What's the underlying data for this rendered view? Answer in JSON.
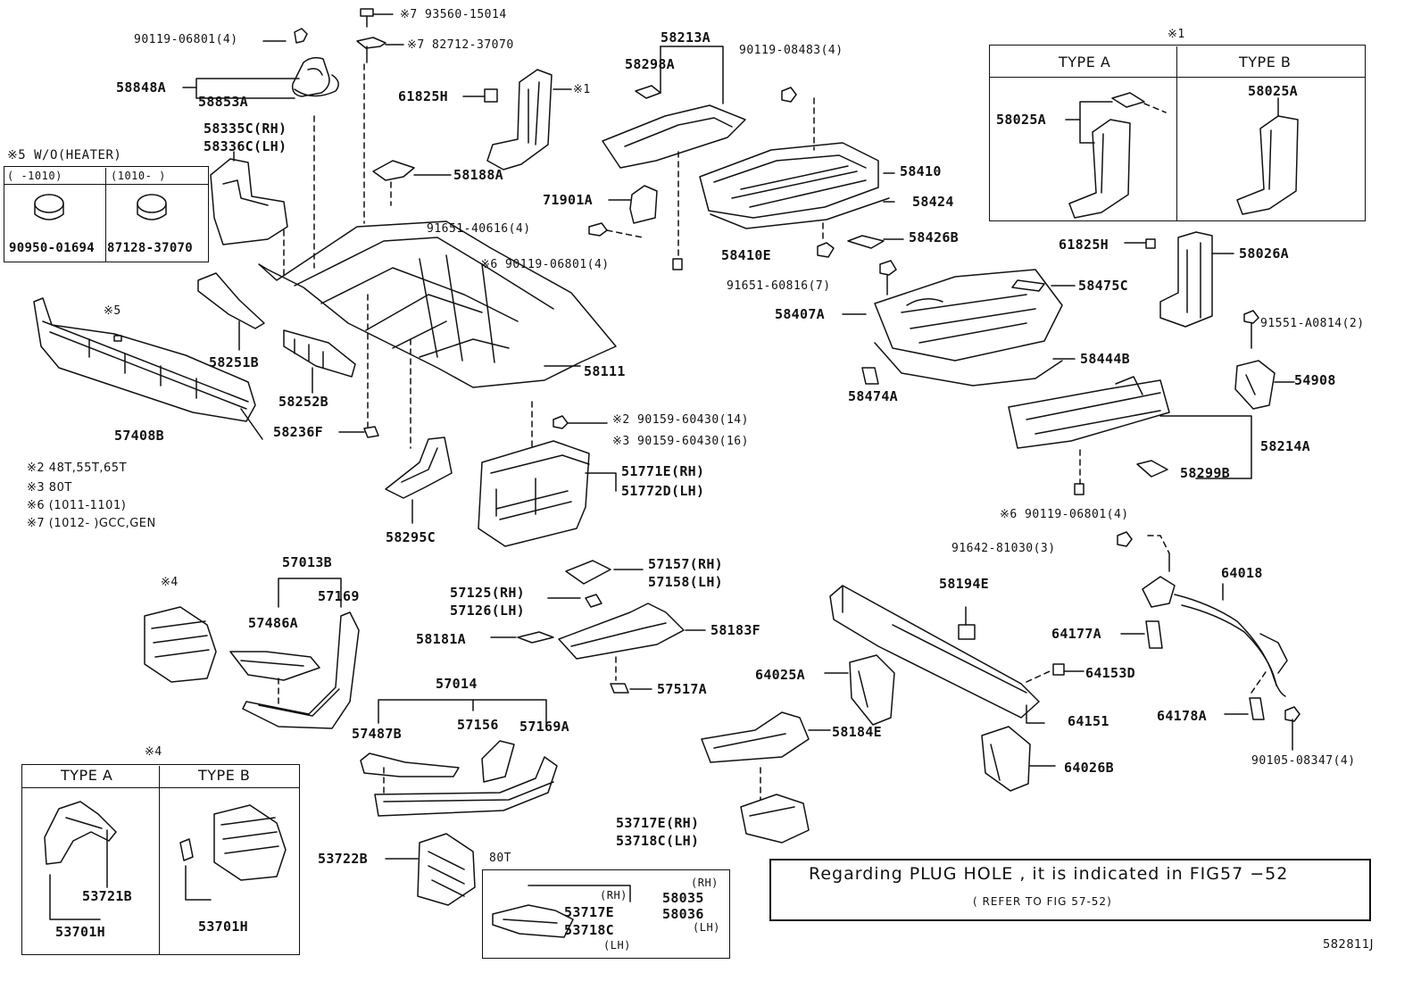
{
  "diagram_id": "582811J",
  "legend_notes": {
    "n2": "※2 48T,55T,65T",
    "n3": "※3 80T",
    "n6": "※6 (1011-1101)",
    "n7": "※7 (1012-      )GCC,GEN"
  },
  "heater_box": {
    "title": "※5 W/O(HEATER)",
    "col1_head": "(      -1010)",
    "col2_head": "(1010-      )",
    "col1_part": "90950-01694",
    "col2_part": "87128-37070"
  },
  "type_box_1": {
    "mark": "※1",
    "type_a": "TYPE A",
    "type_b": "TYPE B",
    "part_a": "58025A",
    "part_b": "58025A"
  },
  "type_box_4": {
    "mark": "※4",
    "type_a": "TYPE A",
    "type_b": "TYPE B",
    "part_a1": "53721B",
    "part_a2": "53701H",
    "part_b": "53701H"
  },
  "box_80t": {
    "title": "80T",
    "rh1": "(RH)",
    "p1": "53717E",
    "p2": "53718C",
    "lh1": "(LH)",
    "rh2": "(RH)",
    "p3": "58035",
    "p4": "58036",
    "lh2": "(LH)"
  },
  "plug_note": {
    "main": "Regarding  PLUG HOLE , it is  indicated  in  FIG57 −52",
    "sub": "( REFER TO FIG 57-52)"
  },
  "labels": {
    "p90119_06801_4_top": "90119-06801(4)",
    "p93560": "※7 93560-15014",
    "p82712": "※7 82712-37070",
    "p58848A": "58848A",
    "p58853A": "58853A",
    "p58335C": "58335C(RH)",
    "p58336C": "58336C(LH)",
    "p61825H_a": "61825H",
    "mark1_a": "※1",
    "p58213A": "58213A",
    "p58298A": "58298A",
    "p90119_08483": "90119-08483(4)",
    "p58188A": "58188A",
    "p71901A": "71901A",
    "p91651_40616": "91651-40616(4)",
    "p90119_06801_mid": "※6 90119-06801(4)",
    "p58410": "58410",
    "p58424": "58424",
    "p58426B": "58426B",
    "p58410E": "58410E",
    "p91651_60816": "91651-60816(7)",
    "p58475C": "58475C",
    "p58407A": "58407A",
    "p58444B": "58444B",
    "p58474A": "58474A",
    "p61825H_b": "61825H",
    "p58026A": "58026A",
    "p91551": "91551-A0814(2)",
    "p54908": "54908",
    "p58214A": "58214A",
    "p58299B": "58299B",
    "p90119_06801_low": "※6 90119-06801(4)",
    "mark5": "※5",
    "p58251B": "58251B",
    "p58252B": "58252B",
    "p57408B": "57408B",
    "p58111": "58111",
    "p58236F": "58236F",
    "p90159_14": "※2  90159-60430(14)",
    "p90159_16": "※3  90159-60430(16)",
    "p51771E": "51771E(RH)",
    "p51772D": "51772D(LH)",
    "p58295C": "58295C",
    "p57013B": "57013B",
    "mark4": "※4",
    "p57169": "57169",
    "p57486A": "57486A",
    "p57157": "57157(RH)",
    "p57158": "57158(LH)",
    "p57125": "57125(RH)",
    "p57126": "57126(LH)",
    "p58181A": "58181A",
    "p58183F": "58183F",
    "p57517A": "57517A",
    "p57014": "57014",
    "p57487B": "57487B",
    "p57156": "57156",
    "p57169A": "57169A",
    "p58194E": "58194E",
    "p91642": "91642-81030(3)",
    "p64018": "64018",
    "p64177A": "64177A",
    "p64025A": "64025A",
    "p64153D": "64153D",
    "p58184E": "58184E",
    "p64151": "64151",
    "p64178A": "64178A",
    "p64026B": "64026B",
    "p90105": "90105-08347(4)",
    "p53717E": "53717E(RH)",
    "p53718C": "53718C(LH)",
    "p53722B": "53722B"
  }
}
